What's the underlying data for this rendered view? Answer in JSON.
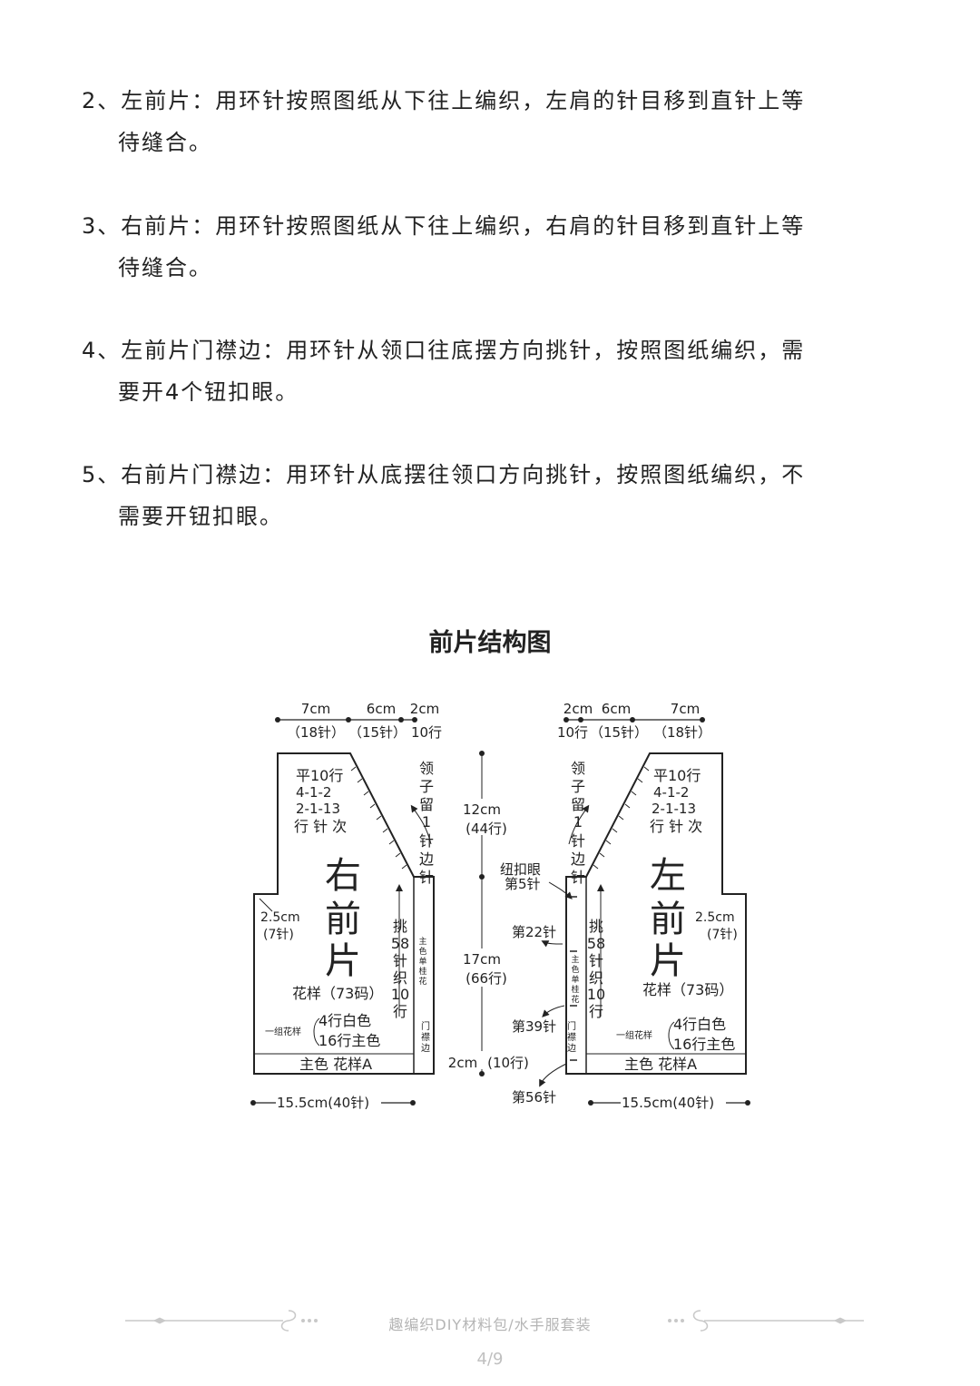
{
  "steps": [
    {
      "num": "2、",
      "line1": "左前片：用环针按照图纸从下往上编织，左肩的针目移到直针上等",
      "line2": "待缝合。"
    },
    {
      "num": "3、",
      "line1": "右前片：用环针按照图纸从下往上编织，右肩的针目移到直针上等",
      "line2": "待缝合。"
    },
    {
      "num": "4、",
      "line1": "左前片门襟边：用环针从领口往底摆方向挑针，按照图纸编织，需",
      "line2": "要开4个钮扣眼。"
    },
    {
      "num": "5、",
      "line1": "右前片门襟边：用环针从底摆往领口方向挑针，按照图纸编织，不",
      "line2": "需要开钮扣眼。"
    }
  ],
  "diagram": {
    "title": "前片结构图",
    "right_piece": {
      "name_chars": [
        "右",
        "前",
        "片"
      ],
      "top_7cm": "7cm",
      "top_6cm": "6cm",
      "top_2cm": "2cm",
      "top_18": "（18针）",
      "top_15": "（15针）",
      "top_10": "10行",
      "dec_lines": [
        "平10行",
        "4-1-2",
        "2-1-13",
        "行 针 次"
      ],
      "neck_chars": [
        "领",
        "子",
        "留",
        "1",
        "针",
        "边",
        "针"
      ],
      "side_cm": "2.5cm",
      "side_st": "(7针)",
      "pick_chars": [
        "挑",
        "58",
        "针",
        "织",
        "10",
        "行"
      ],
      "band_chars": [
        "主",
        "色",
        "单",
        "桂",
        "花"
      ],
      "door_chars": [
        "门",
        "襟",
        "边"
      ],
      "pattern": "花样（73码）",
      "group": "一组花样",
      "rows_white": "4行白色",
      "rows_main": "16行主色",
      "bottom_band": "主色 花样A",
      "width": "15.5cm(40针)"
    },
    "left_piece": {
      "name_chars": [
        "左",
        "前",
        "片"
      ],
      "top_2cm": "2cm",
      "top_6cm": "6cm",
      "top_7cm": "7cm",
      "top_10": "10行",
      "top_15": "（15针）",
      "top_18": "（18针）",
      "dec_lines": [
        "平10行",
        "4-1-2",
        "2-1-13",
        "行 针 次"
      ],
      "neck_chars": [
        "领",
        "子",
        "留",
        "1",
        "针",
        "边",
        "针"
      ],
      "side_cm": "2.5cm",
      "side_st": "(7针)",
      "pick_chars": [
        "挑",
        "58",
        "针",
        "织",
        "10",
        "行"
      ],
      "band_chars": [
        "主",
        "色",
        "单",
        "桂",
        "花"
      ],
      "door_chars": [
        "门",
        "襟",
        "边"
      ],
      "pattern": "花样（73码）",
      "group": "一组花样",
      "rows_white": "4行白色",
      "rows_main": "16行主色",
      "bottom_band": "主色 花样A",
      "width": "15.5cm(40针)",
      "buttonhole": "纽扣眼",
      "st5": "第5针",
      "st22": "第22针",
      "st39": "第39针",
      "st56": "第56针"
    },
    "center": {
      "h12": "12cm",
      "r44": "(44行)",
      "h17": "17cm",
      "r66": "(66行)",
      "h2": "2cm",
      "r10": "(10行)"
    }
  },
  "footer": {
    "text": "趣编织DIY材料包/水手服套装",
    "page": "4/9"
  }
}
